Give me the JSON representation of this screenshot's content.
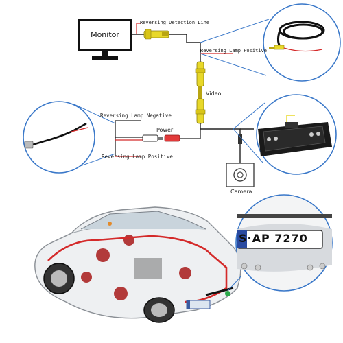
{
  "labels": {
    "monitor": "Monitor",
    "reversing_detection_line": "Reversing Detection Line",
    "reversing_lamp_positive_top": "Reversing Lamp Positive",
    "video": "Video",
    "reversing_lamp_negative": "Reversing Lamp Negative",
    "power": "Power",
    "reversing_lamp_positive_left": "Reversing Lamp Positive",
    "camera": "Camera",
    "plate_text": "S·AP 7270"
  },
  "plate_prefix": "S",
  "colors": {
    "rca_yellow": "#e8d82a",
    "wire_red": "#d42a2a",
    "callout_blue": "#3a78c9",
    "wire_black": "#222222"
  },
  "icons": [
    "monitor-icon",
    "rca-connector-icon",
    "camera-icon",
    "license-plate-frame-icon",
    "car-cutaway-icon",
    "power-connector-icon"
  ]
}
